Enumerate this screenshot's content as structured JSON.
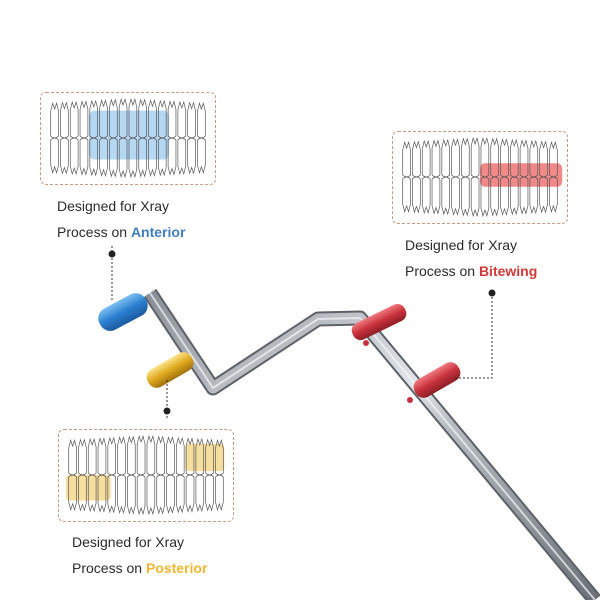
{
  "colors": {
    "anterior": "#3f7fc0",
    "bitewing": "#d03a3a",
    "posterior": "#f2b631",
    "text": "#2b2b2b",
    "panel_border": "#c79a80",
    "anterior_highlight": "#a9d0f0",
    "bitewing_highlight": "#f07c7c",
    "posterior_highlight": "#f6dc9a"
  },
  "labels": {
    "anterior": {
      "line1": "Designed for Xray",
      "prefix": "Process on ",
      "highlight": "Anterior"
    },
    "bitewing": {
      "line1": "Designed for Xray",
      "prefix": "Process on ",
      "highlight": "Bitewing"
    },
    "posterior": {
      "line1": "Designed for Xray",
      "prefix": "Process on ",
      "highlight": "Posterior"
    }
  },
  "icons": {
    "teeth_chart": "dental-arch-diagram",
    "rod": "metal-indicator-rod",
    "pin": "aiming-pin"
  }
}
